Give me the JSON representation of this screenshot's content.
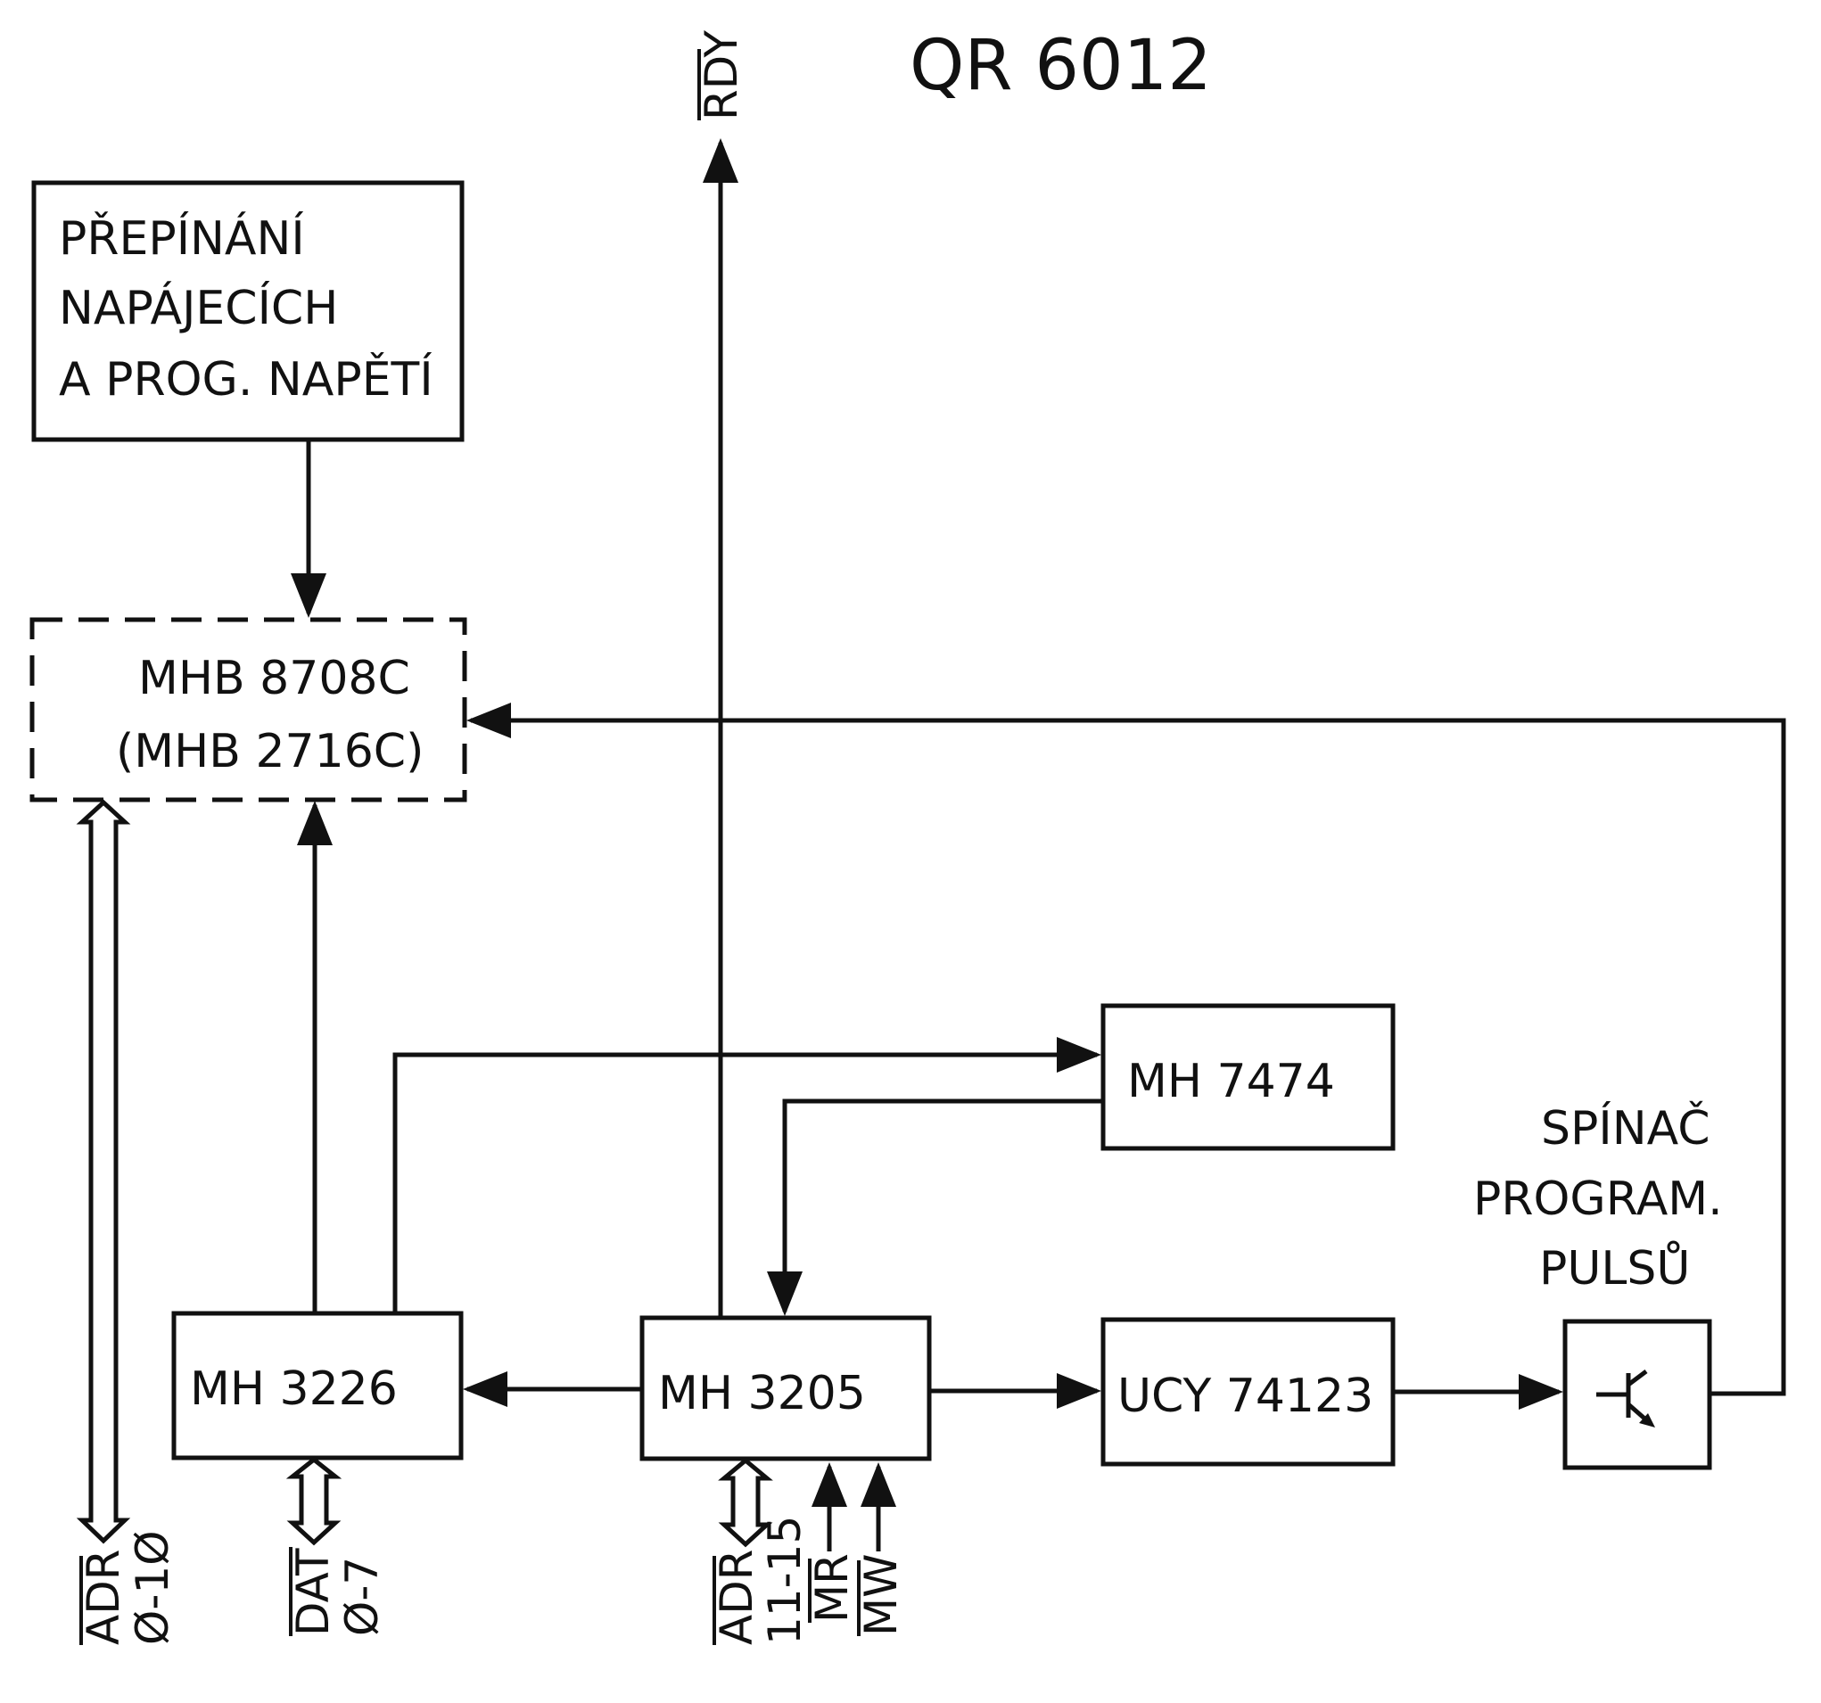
{
  "title": "QR 6012",
  "blocks": {
    "power": {
      "lines": [
        "PŘEPÍNÁNÍ",
        "NAPÁJECÍCH",
        "A PROG. NAPĚTÍ"
      ]
    },
    "eprom": {
      "lines": [
        "MHB 8708C",
        "(MHB 2716C)"
      ]
    },
    "mh3226": {
      "label": "MH 3226"
    },
    "mh3205": {
      "label": "MH 3205"
    },
    "mh7474": {
      "label": "MH 7474"
    },
    "ucy": {
      "label": "UCY 74123"
    },
    "switch": {
      "caption": [
        "SPÍNAČ",
        "PROGRAM.",
        "PULSŮ"
      ]
    }
  },
  "signals": {
    "rdy": "RDY",
    "adr_lo": {
      "name": "ADR",
      "range": "Ø-1Ø"
    },
    "dat": {
      "name": "DAT",
      "range": "Ø-7"
    },
    "adr_hi": {
      "name": "ADR",
      "range": "11-15"
    },
    "mr": "MR",
    "mw": "MW"
  }
}
